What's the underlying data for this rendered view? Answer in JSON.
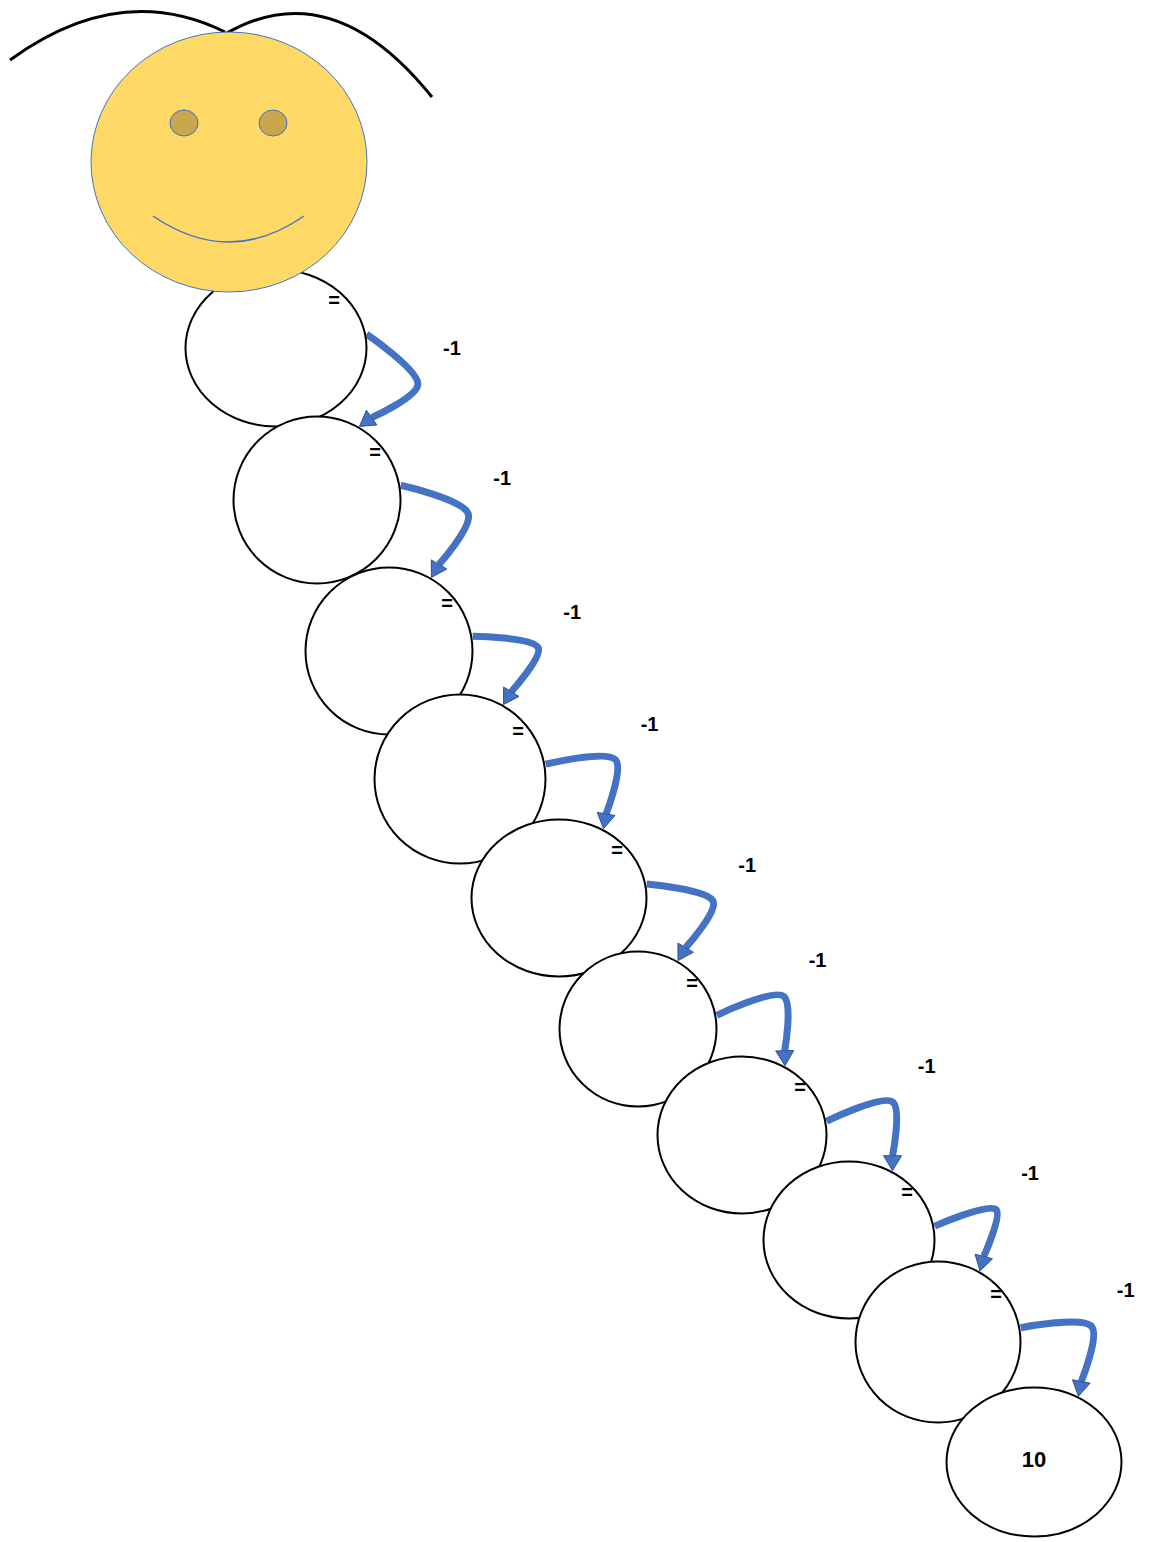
{
  "diagram": {
    "nodes": [
      {
        "text": [
          "="
        ]
      },
      {
        "text": [
          "="
        ]
      },
      {
        "text": [
          "="
        ]
      },
      {
        "text": [
          "="
        ]
      },
      {
        "text": [
          "="
        ]
      },
      {
        "text": [
          "="
        ]
      },
      {
        "text": [
          "="
        ]
      },
      {
        "text": [
          "="
        ]
      },
      {
        "text": [
          "="
        ]
      },
      {
        "text": [
          "10"
        ]
      }
    ],
    "edges": [
      {
        "from": 0,
        "to": 1,
        "arrow": "to",
        "label": "-1"
      },
      {
        "from": 1,
        "to": 2,
        "arrow": "to",
        "label": "-1"
      },
      {
        "from": 2,
        "to": 3,
        "arrow": "to",
        "label": "-1"
      },
      {
        "from": 3,
        "to": 4,
        "arrow": "to",
        "label": "-1"
      },
      {
        "from": 4,
        "to": 5,
        "arrow": "to",
        "label": "-1"
      },
      {
        "from": 5,
        "to": 6,
        "arrow": "to",
        "label": "-1"
      },
      {
        "from": 6,
        "to": 7,
        "arrow": "to",
        "label": "-1"
      },
      {
        "from": 7,
        "to": 8,
        "arrow": "to",
        "label": "-1"
      },
      {
        "from": 8,
        "to": 9,
        "arrow": "to",
        "label": "-1"
      }
    ]
  }
}
